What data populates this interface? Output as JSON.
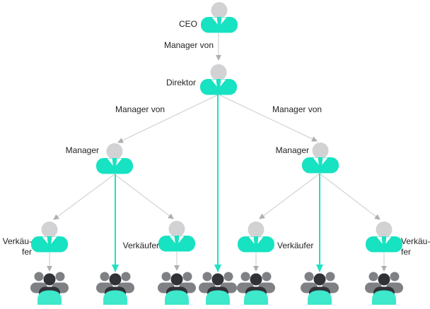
{
  "diagram": {
    "kind": "org-chart",
    "background": "#ffffff",
    "icons": {
      "person": "businessperson-icon",
      "team": "team-icon"
    },
    "colors": {
      "node_teal": "#17E2C2",
      "team_dome_teal": "#3DE8CB",
      "teal_edge": "#1FE2C1",
      "head_gray": "#D2D2D4",
      "team_member_gray": "#7E8084",
      "team_leader_dark": "#2F3237",
      "edge_gray": "#D6D6D6",
      "arrowhead_gray": "#AFAFAF",
      "label_color": "#242424"
    },
    "nodes": [
      {
        "id": "ceo",
        "label": "CEO",
        "type": "person",
        "level": 1
      },
      {
        "id": "direktor",
        "label": "Direktor",
        "type": "person",
        "level": 2
      },
      {
        "id": "manager-left",
        "label": "Manager",
        "type": "person",
        "level": 3
      },
      {
        "id": "manager-right",
        "label": "Manager",
        "type": "person",
        "level": 3
      },
      {
        "id": "verkaeufer-1",
        "label": "Verkäu-\nfer",
        "type": "person",
        "level": 4
      },
      {
        "id": "verkaeufer-2",
        "label": "Verkäufer",
        "type": "person",
        "level": 4
      },
      {
        "id": "verkaeufer-3",
        "label": "Verkäufer",
        "type": "person",
        "level": 4
      },
      {
        "id": "verkaeufer-4",
        "label": "Verkäu-\nfer",
        "type": "person",
        "level": 4
      },
      {
        "id": "team-1",
        "label": "",
        "type": "team",
        "level": 5
      },
      {
        "id": "team-2",
        "label": "",
        "type": "team",
        "level": 5
      },
      {
        "id": "team-3",
        "label": "",
        "type": "team",
        "level": 5
      },
      {
        "id": "team-4",
        "label": "",
        "type": "team",
        "level": 5
      },
      {
        "id": "team-5",
        "label": "",
        "type": "team",
        "level": 5
      },
      {
        "id": "team-6",
        "label": "",
        "type": "team",
        "level": 5
      },
      {
        "id": "team-7",
        "label": "",
        "type": "team",
        "level": 5
      }
    ],
    "edges": [
      {
        "from": "ceo",
        "to": "direktor",
        "label": "Manager von",
        "style": "gray"
      },
      {
        "from": "direktor",
        "to": "manager-left",
        "label": "Manager von",
        "style": "gray"
      },
      {
        "from": "direktor",
        "to": "manager-right",
        "label": "Manager von",
        "style": "gray"
      },
      {
        "from": "manager-left",
        "to": "verkaeufer-1",
        "label": "",
        "style": "gray"
      },
      {
        "from": "manager-left",
        "to": "verkaeufer-2",
        "label": "",
        "style": "gray"
      },
      {
        "from": "manager-right",
        "to": "verkaeufer-3",
        "label": "",
        "style": "gray"
      },
      {
        "from": "manager-right",
        "to": "verkaeufer-4",
        "label": "",
        "style": "gray"
      },
      {
        "from": "verkaeufer-1",
        "to": "team-1",
        "label": "",
        "style": "gray"
      },
      {
        "from": "verkaeufer-2",
        "to": "team-3",
        "label": "",
        "style": "gray"
      },
      {
        "from": "verkaeufer-3",
        "to": "team-5",
        "label": "",
        "style": "gray"
      },
      {
        "from": "verkaeufer-4",
        "to": "team-7",
        "label": "",
        "style": "gray"
      },
      {
        "from": "manager-left",
        "to": "team-2",
        "label": "",
        "style": "teal"
      },
      {
        "from": "direktor",
        "to": "team-4",
        "label": "",
        "style": "teal"
      },
      {
        "from": "manager-right",
        "to": "team-6",
        "label": "",
        "style": "teal"
      }
    ]
  }
}
